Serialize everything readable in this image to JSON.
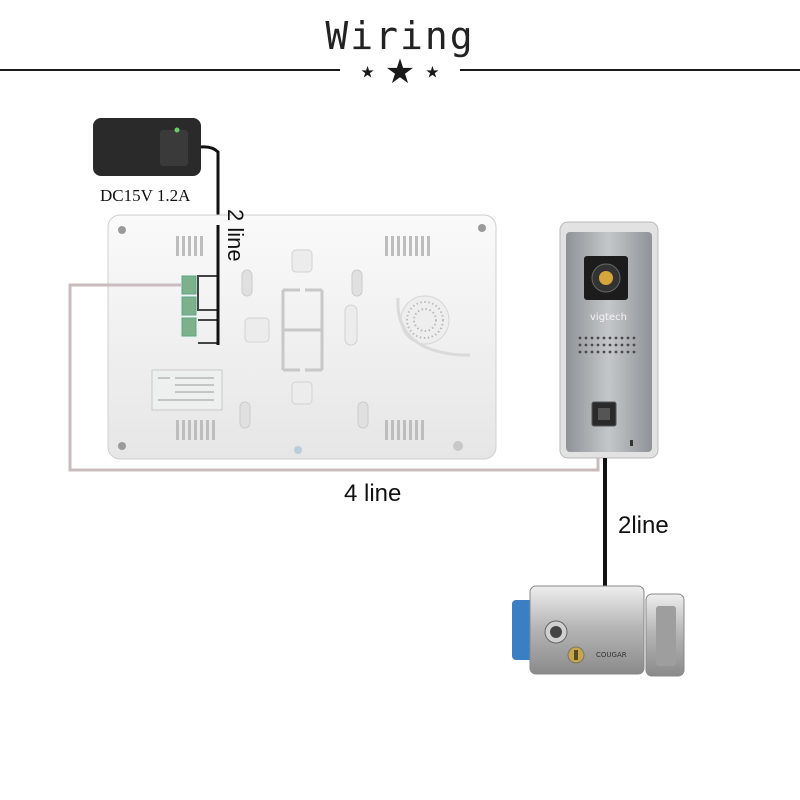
{
  "header": {
    "title": "Wiring"
  },
  "adapter": {
    "label": "DC15V 1.2A"
  },
  "connections": {
    "power_line": "2 line",
    "monitor_to_door": "4 line",
    "door_to_lock": "2line"
  },
  "doorbell": {
    "brand": "vigtech"
  },
  "lock": {
    "brand": "COUGAR"
  }
}
